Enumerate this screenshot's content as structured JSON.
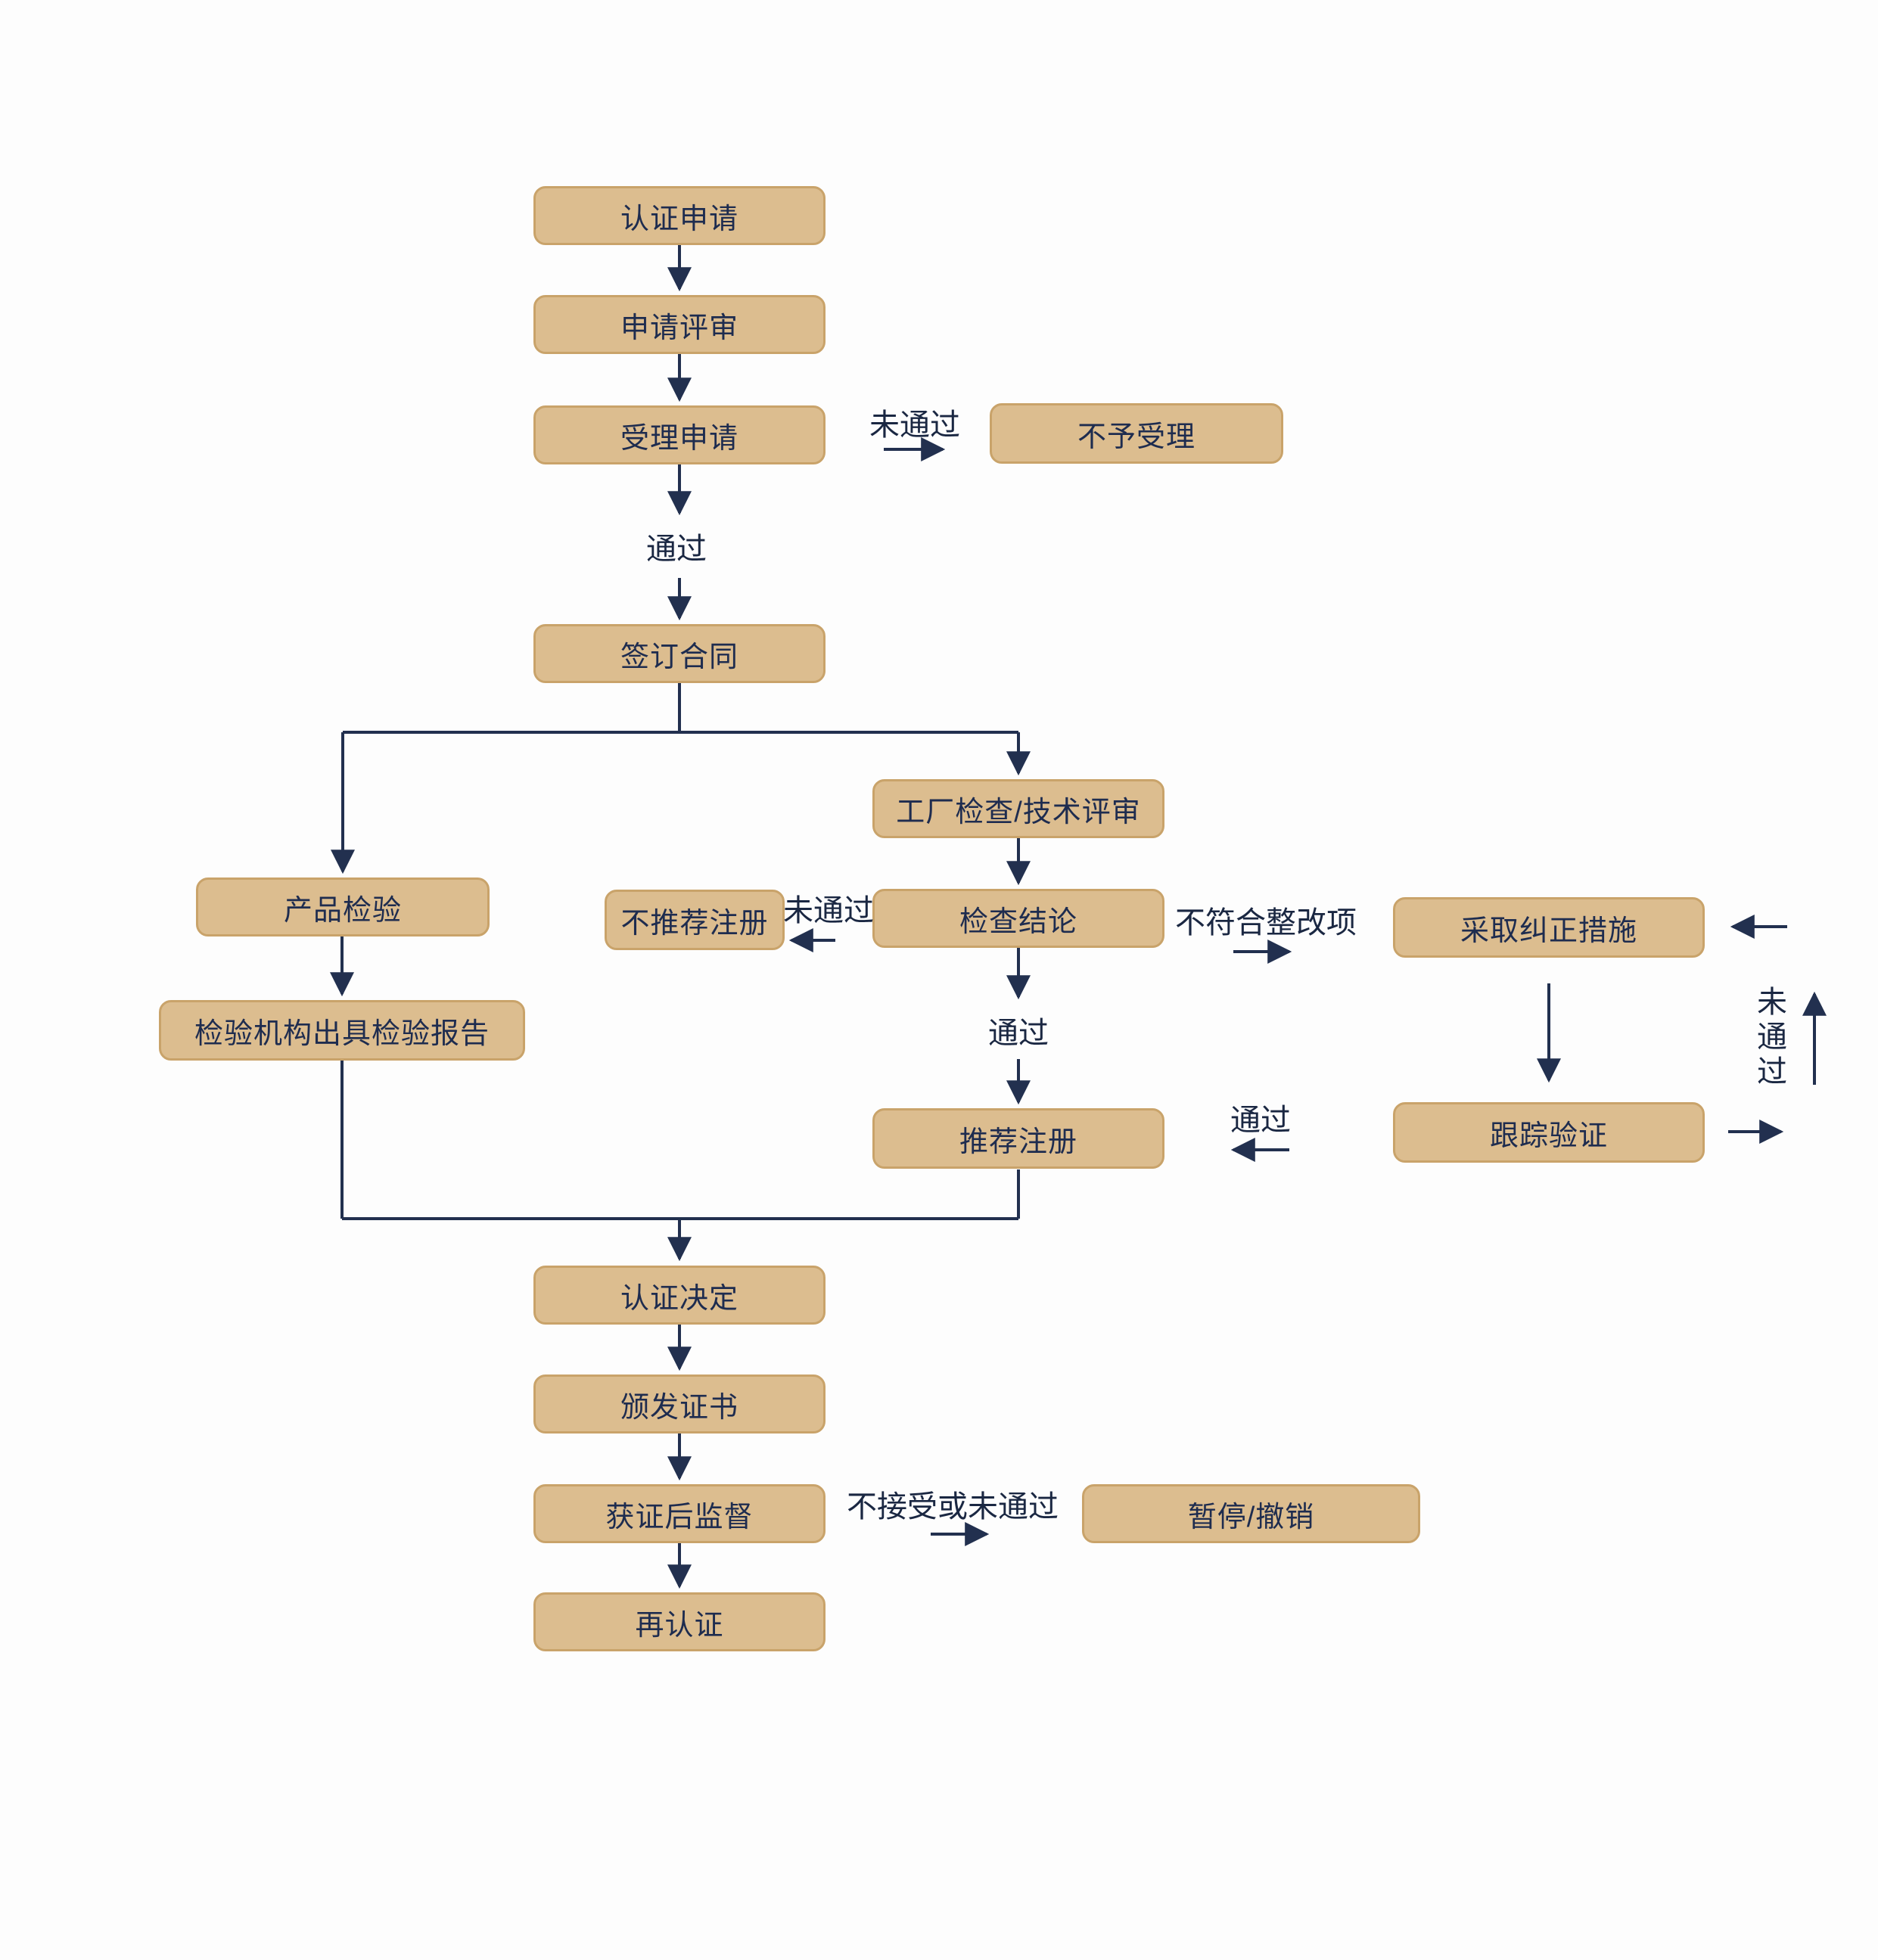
{
  "diagram": {
    "type": "flowchart",
    "colors": {
      "node_fill": "#dcbd8f",
      "node_border": "#c9a36a",
      "node_text": "#1e2c4f",
      "arrow": "#22304f",
      "background": "#fdfdfd"
    },
    "nodes": {
      "application": "认证申请",
      "application_review": "申请评审",
      "accept_application": "受理申请",
      "not_accepted": "不予受理",
      "sign_contract": "签订合同",
      "factory_inspection": "工厂检查/技术评审",
      "product_testing": "产品检验",
      "not_recommended": "不推荐注册",
      "inspection_conclusion": "检查结论",
      "corrective_measures": "采取纠正措施",
      "testing_report": "检验机构出具检验报告",
      "follow_up_verification": "跟踪验证",
      "recommend_registration": "推荐注册",
      "certification_decision": "认证决定",
      "issue_certificate": "颁发证书",
      "post_cert_supervision": "获证后监督",
      "suspend_withdraw": "暂停/撤销",
      "recertification": "再认证"
    },
    "edge_labels": {
      "not_passed_accept": "未通过",
      "passed_accept": "通过",
      "not_passed_conclusion": "未通过",
      "nonconformity_rectification": "不符合整改项",
      "passed_conclusion": "通过",
      "passed_follow_up": "通过",
      "not_passed_follow_up": "未通过",
      "not_accepted_or_failed": "不接受或未通过"
    }
  }
}
